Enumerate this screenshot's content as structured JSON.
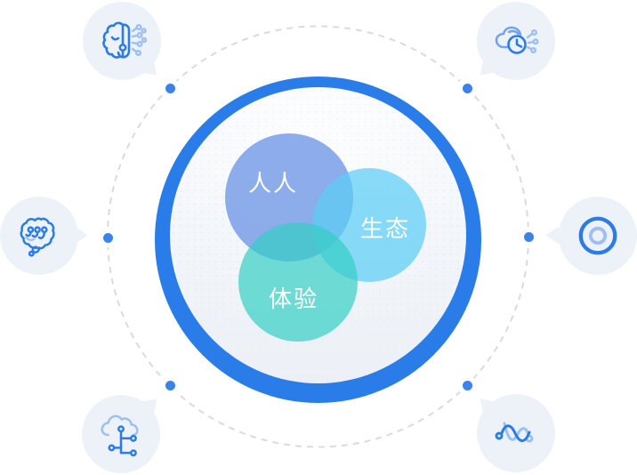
{
  "venn": {
    "items": [
      {
        "id": "people",
        "label": "人人"
      },
      {
        "id": "ecosystem",
        "label": "生态"
      },
      {
        "id": "experience",
        "label": "体验"
      }
    ]
  },
  "satellites": [
    {
      "position": "top-left",
      "icon": "brain-circuit-icon"
    },
    {
      "position": "top-right",
      "icon": "cloud-clock-icon"
    },
    {
      "position": "left",
      "icon": "brain-nodes-icon"
    },
    {
      "position": "right",
      "icon": "target-icon"
    },
    {
      "position": "bottom-left",
      "icon": "cloud-circuit-icon"
    },
    {
      "position": "bottom-right",
      "icon": "wave-icon"
    }
  ],
  "orbit": {
    "node_count": 6
  },
  "theme": {
    "ring": "#2a7de9",
    "orbit_dash": "#d8dce2",
    "node_blue": "#3b82ec",
    "bubble": "#edf2f9",
    "icon_primary": "#2b7ce9",
    "icon_secondary": "#9dbff2",
    "icon_mid": "#6fa3ee",
    "venn_people": "rgba(99,141,227,0.72)",
    "venn_ecosystem": "rgba(91,205,245,0.72)",
    "venn_experience": "rgba(53,207,196,0.70)",
    "label_color": "#ffffff"
  }
}
